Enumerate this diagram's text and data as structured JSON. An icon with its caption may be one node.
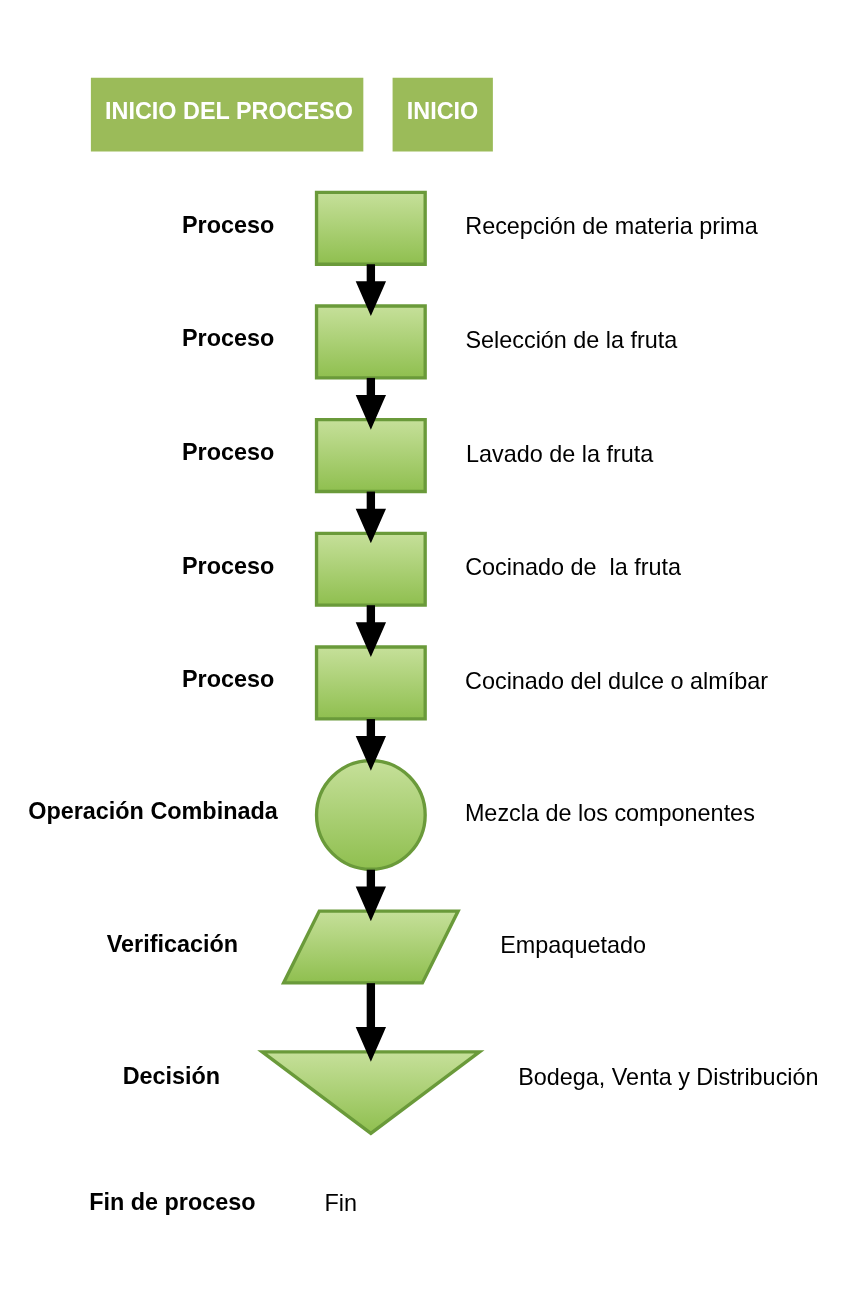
{
  "diagram": {
    "nodes": [
      {
        "text": [],
        "shape": "box",
        "beside": [
          "Recepción de materia prima"
        ]
      },
      {
        "text": [],
        "shape": "box",
        "beside": [
          "Selección de la fruta"
        ]
      },
      {
        "text": [],
        "shape": "box",
        "beside": [
          "Lavado de la fruta"
        ]
      },
      {
        "text": [],
        "shape": "box",
        "beside": [
          "Cocinado de  la fruta"
        ]
      },
      {
        "text": [],
        "shape": "box",
        "beside": [
          "Cocinado del dulce o almíbar"
        ]
      },
      {
        "text": [],
        "shape": "circle",
        "beside": [
          "Mezcla de los componentes"
        ]
      },
      {
        "text": [],
        "shape": "parallelogram",
        "beside": [
          "Empaquetado"
        ]
      },
      {
        "text": [],
        "shape": "triangle",
        "beside": [
          "Bodega, Venta y Distribución"
        ]
      }
    ],
    "edges": [
      {
        "from": 0,
        "to": 1,
        "arrow": "to"
      },
      {
        "from": 1,
        "to": 2,
        "arrow": "to"
      },
      {
        "from": 2,
        "to": 3,
        "arrow": "to"
      },
      {
        "from": 3,
        "to": 4,
        "arrow": "to"
      },
      {
        "from": 4,
        "to": 5,
        "arrow": "to"
      },
      {
        "from": 5,
        "to": 6,
        "arrow": "to"
      },
      {
        "from": 6,
        "to": 7,
        "arrow": "to"
      }
    ],
    "labels": [
      "INICIO DEL PROCESO",
      "INICIO",
      "Proceso",
      "Proceso",
      "Proceso",
      "Proceso",
      "Proceso",
      "Operación Combinada",
      "Verificación",
      "Decisión",
      "Fin de proceso",
      "Fin"
    ]
  }
}
